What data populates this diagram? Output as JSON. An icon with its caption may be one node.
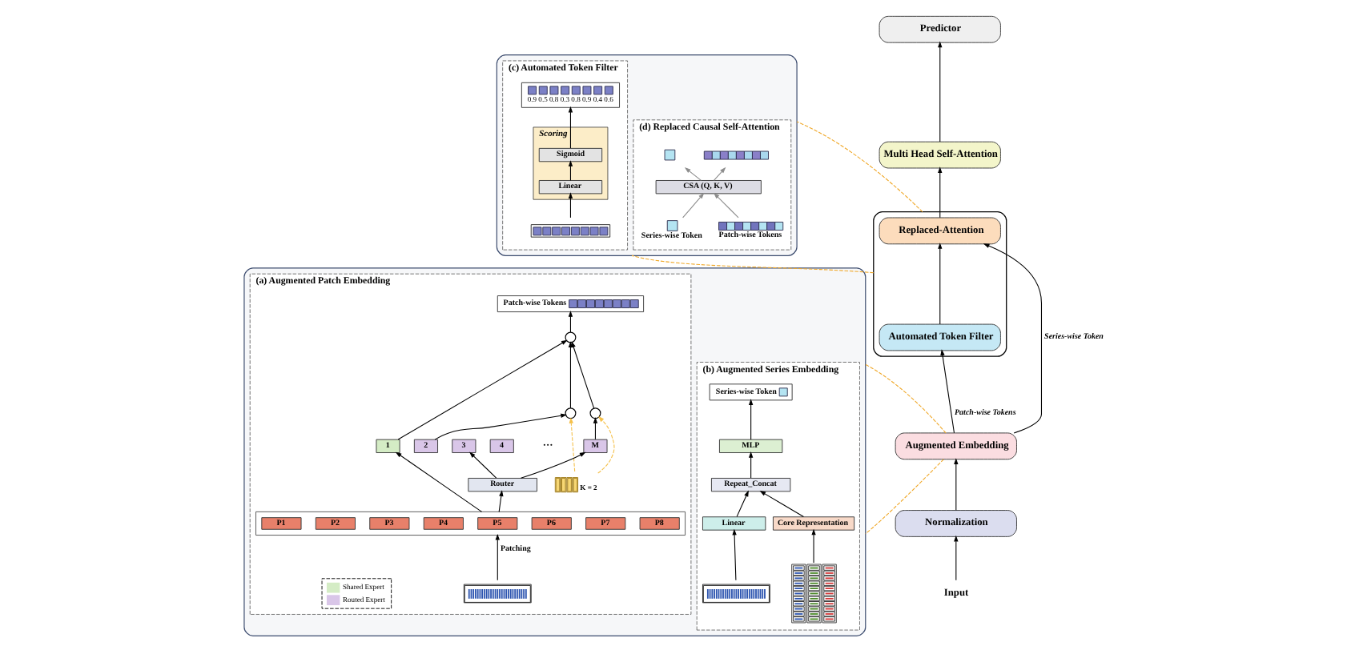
{
  "diagram": {
    "nodes": [
      {
        "text": [
          "Predictor"
        ]
      },
      {
        "text": [
          "Multi Head Self-Attention"
        ]
      },
      {
        "text": [],
        "shape": "box"
      },
      {
        "text": [
          "Replaced-Attention"
        ],
        "in": 2
      },
      {
        "text": [
          "Automated Token Filter"
        ],
        "in": 2
      },
      {
        "text": [
          "Augmented Embedding"
        ]
      },
      {
        "text": [
          "Normalization"
        ]
      },
      {
        "text": [
          "Input"
        ]
      },
      {
        "text": [],
        "shape": "box"
      },
      {
        "text": [
          "(c) Automated Token Filter"
        ],
        "in": 8
      },
      {
        "text": [
          "(d) Replaced Causal Self-Attention"
        ],
        "in": 8
      },
      {
        "text": [
          "0.9",
          "0.5",
          "0.8",
          "0.3",
          "0.8",
          "0.9",
          "0.4",
          "0.6"
        ],
        "in": 9
      },
      {
        "text": [
          "Scoring"
        ],
        "in": 9
      },
      {
        "text": [
          "Sigmoid"
        ],
        "in": 12
      },
      {
        "text": [
          "Linear"
        ],
        "in": 12
      },
      {
        "text": [],
        "shape": "box",
        "in": 9
      },
      {
        "text": [],
        "shape": "cube",
        "in": 10
      },
      {
        "text": [],
        "shape": "bar",
        "in": 10
      },
      {
        "text": [
          "CSA (Q, K, V)"
        ],
        "in": 10
      },
      {
        "text": [],
        "shape": "cube",
        "in": 10,
        "beside": [
          "Series-wise Token"
        ]
      },
      {
        "text": [],
        "shape": "bar",
        "in": 10,
        "beside": [
          "Patch-wise Tokens"
        ]
      },
      {
        "text": [],
        "shape": "box"
      },
      {
        "text": [
          "(a) Augmented Patch Embedding"
        ],
        "in": 21
      },
      {
        "text": [
          "(b) Augmented Series Embedding"
        ],
        "in": 21
      },
      {
        "text": [
          "Patch-wise Tokens"
        ],
        "in": 22
      },
      {
        "text": [],
        "shape": "circle",
        "in": 22
      },
      {
        "text": [],
        "shape": "circle",
        "in": 22
      },
      {
        "text": [],
        "shape": "circle",
        "in": 22
      },
      {
        "text": [
          "1"
        ],
        "in": 22
      },
      {
        "text": [
          "2"
        ],
        "in": 22
      },
      {
        "text": [
          "3"
        ],
        "in": 22
      },
      {
        "text": [
          "4"
        ],
        "in": 22
      },
      {
        "text": [
          "M"
        ],
        "in": 22
      },
      {
        "text": [
          "Router"
        ],
        "in": 22
      },
      {
        "text": [],
        "shape": "picture",
        "in": 22,
        "beside": [
          "K = 2"
        ]
      },
      {
        "text": [],
        "shape": "box",
        "in": 22
      },
      {
        "text": [
          "P1"
        ],
        "in": 35
      },
      {
        "text": [
          "P2"
        ],
        "in": 35
      },
      {
        "text": [
          "P3"
        ],
        "in": 35
      },
      {
        "text": [
          "P4"
        ],
        "in": 35
      },
      {
        "text": [
          "P5"
        ],
        "in": 35
      },
      {
        "text": [
          "P6"
        ],
        "in": 35
      },
      {
        "text": [
          "P7"
        ],
        "in": 35
      },
      {
        "text": [
          "P8"
        ],
        "in": 35
      },
      {
        "text": [],
        "shape": "picture",
        "in": 22
      },
      {
        "text": [
          "Series-wise Token"
        ],
        "in": 23
      },
      {
        "text": [
          "MLP"
        ],
        "in": 23
      },
      {
        "text": [
          "Repeat_Concat"
        ],
        "in": 23
      },
      {
        "text": [
          "Linear"
        ],
        "in": 23
      },
      {
        "text": [],
        "shape": "picture",
        "in": 23
      },
      {
        "text": [
          "Core Representation"
        ],
        "in": 23
      },
      {
        "text": [],
        "shape": "picture",
        "in": 23
      }
    ],
    "edges": [
      {
        "from": 7,
        "to": 6,
        "arrow": "to"
      },
      {
        "from": 6,
        "to": 5,
        "arrow": "to"
      },
      {
        "from": 5,
        "to": 4,
        "arrow": "to",
        "label": "Patch-wise Tokens"
      },
      {
        "from": 5,
        "to": 3,
        "arrow": "to",
        "label": "Series-wise Token"
      },
      {
        "from": 4,
        "to": 3,
        "arrow": "to"
      },
      {
        "from": 3,
        "to": 1,
        "arrow": "to"
      },
      {
        "from": 1,
        "to": 0,
        "arrow": "to"
      },
      {
        "from": 2,
        "to": 8,
        "arrow": "none",
        "style": "dashed",
        "color": "#f0a828"
      },
      {
        "from": 2,
        "to": 8,
        "arrow": "none",
        "style": "dashed",
        "color": "#f0a828"
      },
      {
        "from": 15,
        "to": 14,
        "arrow": "to"
      },
      {
        "from": 14,
        "to": 13,
        "arrow": "to"
      },
      {
        "from": 13,
        "to": 11,
        "arrow": "to"
      },
      {
        "from": 19,
        "to": 18,
        "arrow": "to",
        "color": "#8c8c8c"
      },
      {
        "from": 20,
        "to": 18,
        "arrow": "to",
        "color": "#8c8c8c"
      },
      {
        "from": 18,
        "to": 16,
        "arrow": "to",
        "color": "#8c8c8c"
      },
      {
        "from": 18,
        "to": 17,
        "arrow": "to",
        "color": "#8c8c8c"
      },
      {
        "from": 5,
        "to": 21,
        "arrow": "none",
        "style": "dashed",
        "color": "#f0a828"
      },
      {
        "from": 5,
        "to": 21,
        "arrow": "none",
        "style": "dashed",
        "color": "#f0a828"
      },
      {
        "from": 44,
        "to": 35,
        "arrow": "to",
        "label": "Patching"
      },
      {
        "from": 35,
        "to": 33,
        "arrow": "to"
      },
      {
        "from": 35,
        "to": 28,
        "arrow": "to"
      },
      {
        "from": 33,
        "to": 30,
        "arrow": "to"
      },
      {
        "from": 33,
        "to": 32,
        "arrow": "to"
      },
      {
        "from": 29,
        "to": 26,
        "arrow": "to"
      },
      {
        "from": 32,
        "to": 27,
        "arrow": "to"
      },
      {
        "from": 34,
        "to": 26,
        "arrow": "to",
        "style": "dashed",
        "color": "#f5c04a"
      },
      {
        "from": 34,
        "to": 27,
        "arrow": "to",
        "style": "dashed",
        "color": "#f5c04a"
      },
      {
        "from": 28,
        "to": 25,
        "arrow": "to"
      },
      {
        "from": 26,
        "to": 25,
        "arrow": "to"
      },
      {
        "from": 27,
        "to": 25,
        "arrow": "to"
      },
      {
        "from": 25,
        "to": 24,
        "arrow": "to"
      },
      {
        "from": 49,
        "to": 48,
        "arrow": "to"
      },
      {
        "from": 48,
        "to": 47,
        "arrow": "to"
      },
      {
        "from": 47,
        "to": 46,
        "arrow": "to"
      },
      {
        "from": 46,
        "to": 45,
        "arrow": "to"
      },
      {
        "from": 51,
        "to": 50,
        "arrow": "to"
      },
      {
        "from": 50,
        "to": 47,
        "arrow": "to"
      }
    ],
    "labels": [
      "···"
    ],
    "legend": [
      {
        "text": "Shared Expert",
        "color": "#d4ecc5"
      },
      {
        "text": "Routed Expert",
        "color": "#d9c6e8"
      }
    ]
  }
}
